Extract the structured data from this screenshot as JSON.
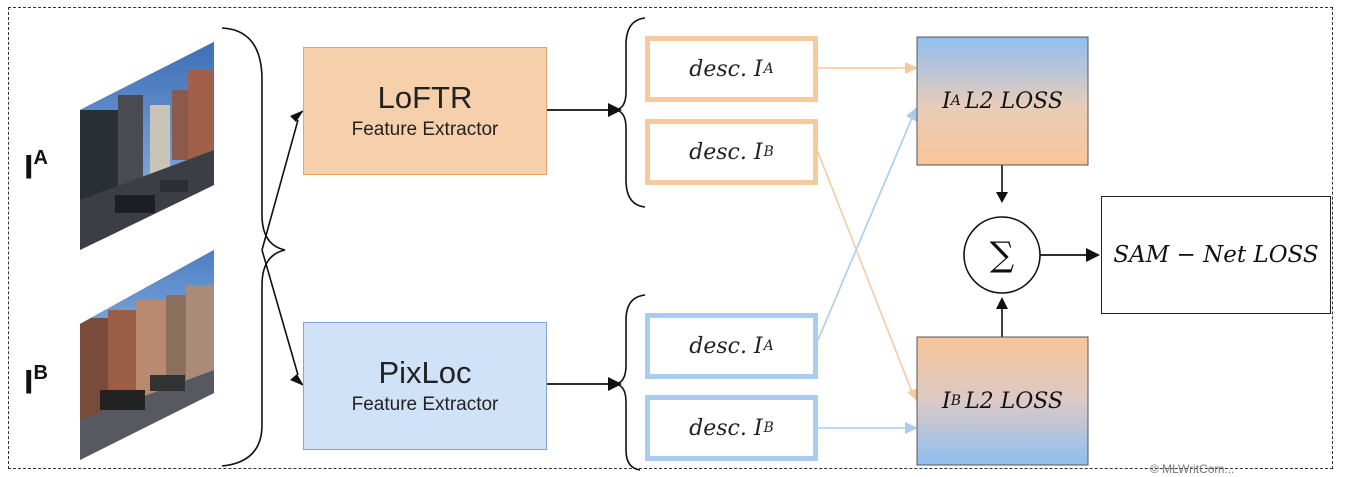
{
  "images": [
    {
      "label": "I",
      "sup": "A"
    },
    {
      "label": "I",
      "sup": "B"
    }
  ],
  "extractors": [
    {
      "title": "LoFTR",
      "subtitle": "Feature Extractor",
      "color": "#f5d0ab",
      "border": "#e0a56a"
    },
    {
      "title": "PixLoc",
      "subtitle": "Feature Extractor",
      "color": "#cfe2f7",
      "border": "#7ea7d6"
    }
  ],
  "descriptors": {
    "loftr": [
      {
        "text": "desc. I",
        "sup": "A"
      },
      {
        "text": "desc. I",
        "sup": "B"
      }
    ],
    "pixloc": [
      {
        "text": "desc. I",
        "sup": "A"
      },
      {
        "text": "desc. I",
        "sup": "B"
      }
    ],
    "colors": {
      "loftr": "#f7c99e",
      "pixloc": "#a9cdef"
    }
  },
  "losses": [
    {
      "sup": "A",
      "text": "L2 LOSS"
    },
    {
      "sup": "B",
      "text": "L2 LOSS"
    }
  ],
  "sum_symbol": "∑",
  "output": "SAM − Net LOSS",
  "watermark": "© MLWritCom..."
}
